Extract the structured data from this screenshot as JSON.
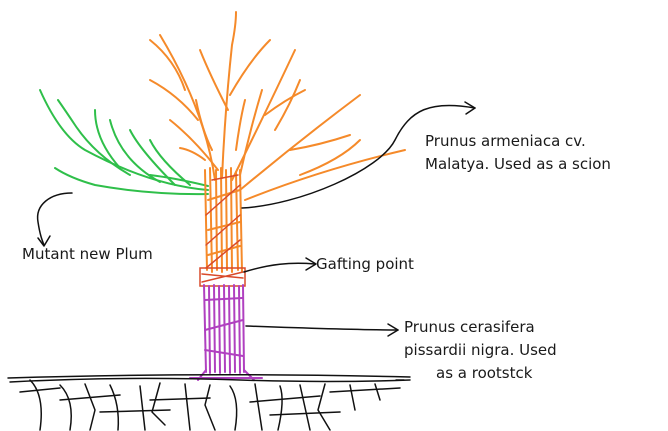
{
  "labels": {
    "scion": {
      "line1": "Prunus armeniaca cv.",
      "line2": "Malatya. Used as a scion"
    },
    "mutant": "Mutant new Plum",
    "graft": "Gafting point",
    "rootstock": {
      "line1": "Prunus cerasifera",
      "line2": "pissardii nigra. Used",
      "line3": "as a rootstck"
    }
  },
  "colors": {
    "scion": "#f58a2a",
    "mutant": "#2fbf4a",
    "rootstock": "#b040c0",
    "graft_band": "#d94a2a",
    "ink": "#111111"
  }
}
